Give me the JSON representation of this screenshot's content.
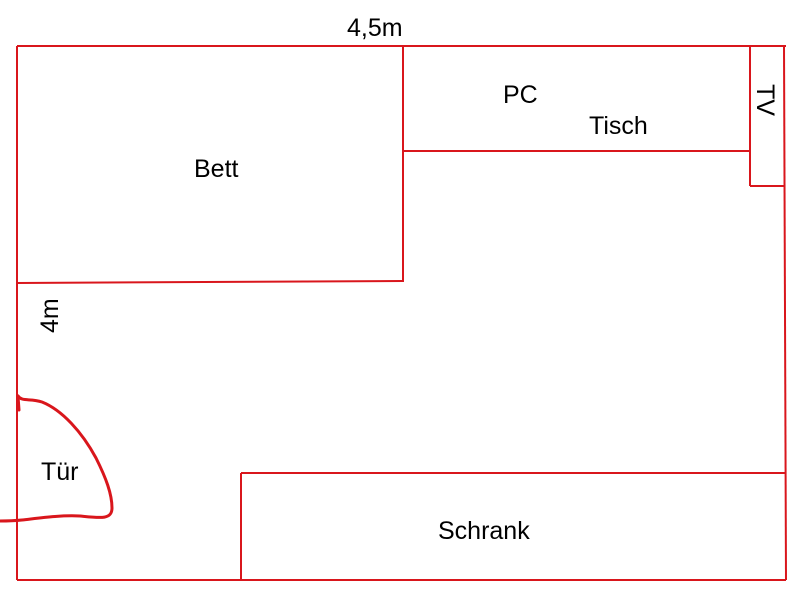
{
  "colors": {
    "line": "#d9161c",
    "text": "#000000",
    "background": "#ffffff"
  },
  "dimensions": {
    "width_label": "4,5m",
    "height_label": "4m"
  },
  "furniture": {
    "bed": "Bett",
    "pc": "PC",
    "desk": "Tisch",
    "tv": "TV",
    "wardrobe": "Schrank",
    "door": "Tür"
  }
}
